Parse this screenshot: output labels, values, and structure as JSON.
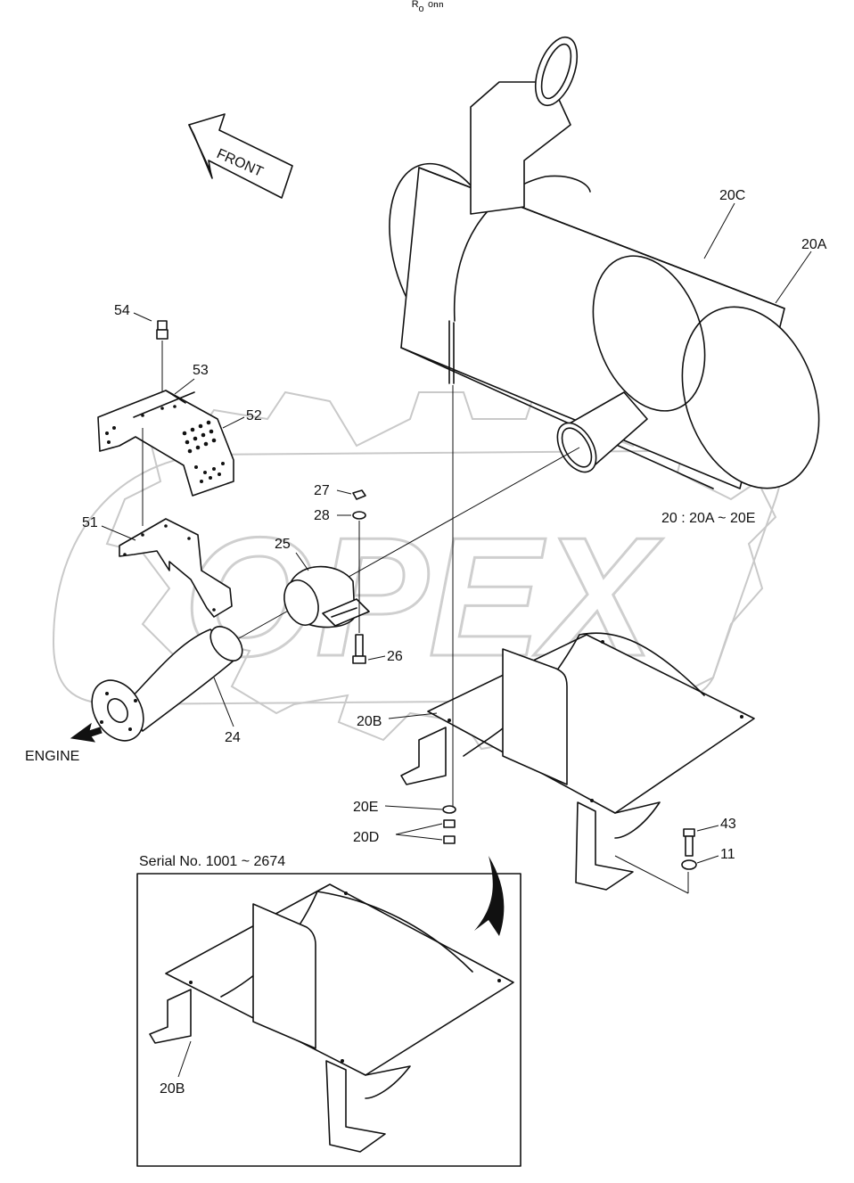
{
  "header": {
    "tiny_mark": "ᴿₒ ᵒⁿⁿ"
  },
  "watermark": {
    "text": "OPEX"
  },
  "direction": {
    "front": "FRONT",
    "engine": "ENGINE"
  },
  "callouts": {
    "c54": "54",
    "c53": "53",
    "c52": "52",
    "c51": "51",
    "c27": "27",
    "c28": "28",
    "c25": "25",
    "c26": "26",
    "c24": "24",
    "c20c": "20C",
    "c20a": "20A",
    "c20b": "20B",
    "c20e": "20E",
    "c20d": "20D",
    "c43": "43",
    "c11": "11",
    "c20b_inset": "20B"
  },
  "note": {
    "kit": "20 : 20A ~ 20E"
  },
  "inset": {
    "title": "Serial No. 1001 ~ 2674"
  }
}
